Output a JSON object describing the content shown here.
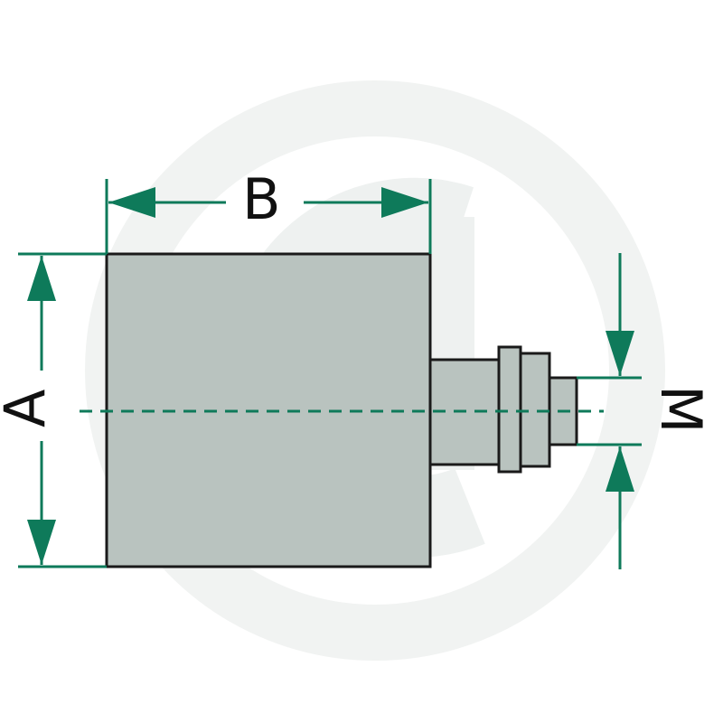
{
  "diagram": {
    "dimension_labels": {
      "a": "A",
      "b": "B",
      "m": "M"
    },
    "watermark_icon": "circular-logo-watermark",
    "colors": {
      "dimension": "#0e7a5a",
      "body_fill": "#b9c3bf",
      "outline": "#1a1a1a",
      "watermark": "#f1f3f2"
    }
  }
}
